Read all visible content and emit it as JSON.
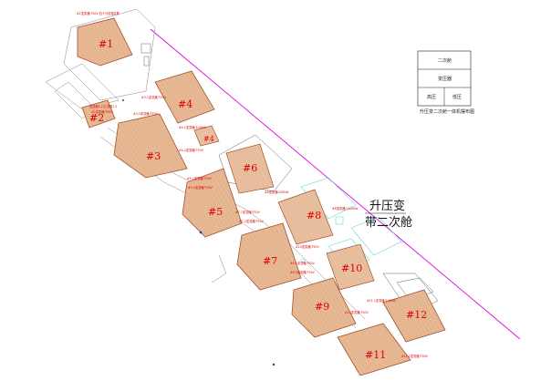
{
  "legend": {
    "rows": [
      "二次舱",
      "变压器",
      "高压",
      "低压"
    ],
    "caption": "升压变二次舱一体机摆布图"
  },
  "substation_label": {
    "line1": "升压变",
    "line2": "带二次舱"
  },
  "blocks": [
    {
      "id": "b1",
      "label": "#1"
    },
    {
      "id": "b2",
      "label": "#2"
    },
    {
      "id": "b3",
      "label": "#3"
    },
    {
      "id": "b4",
      "label": "#4"
    },
    {
      "id": "b4s",
      "label": "#4"
    },
    {
      "id": "b5",
      "label": "#5"
    },
    {
      "id": "b6",
      "label": "#6"
    },
    {
      "id": "b7",
      "label": "#7"
    },
    {
      "id": "b8",
      "label": "#8"
    },
    {
      "id": "b9",
      "label": "#9"
    },
    {
      "id": "b10",
      "label": "#10"
    },
    {
      "id": "b11",
      "label": "#11"
    },
    {
      "id": "b12",
      "label": "#12"
    }
  ],
  "annotations": [
    "#1逆变器/750V 四十分支箱共联",
    "逆变器1-2 汇流箱1-2",
    "#2逆变器/750V",
    "#3-1逆变器/750V",
    "#3-2逆变器/750V",
    "#4-1逆变器/100kW",
    "#4-2逆变器/750V",
    "#5-1逆变器/750V",
    "#5-2逆变器/750V",
    "#6逆变器/100kW",
    "#7-1逆变器/750V",
    "#7-2逆变器/750V",
    "#8逆变器/1100kW",
    "#10逆变器/750V",
    "#9-1逆变器/750V",
    "#9-2逆变器/750V",
    "#11-1逆变器/100kW",
    "#12逆变器/750V",
    "#11-2逆变器/750V"
  ],
  "colors": {
    "block_fill": "#e6b894",
    "label_red": "#e00000",
    "boundary_magenta": "#e000e0",
    "cyan_boxes": "#67d7d7"
  }
}
